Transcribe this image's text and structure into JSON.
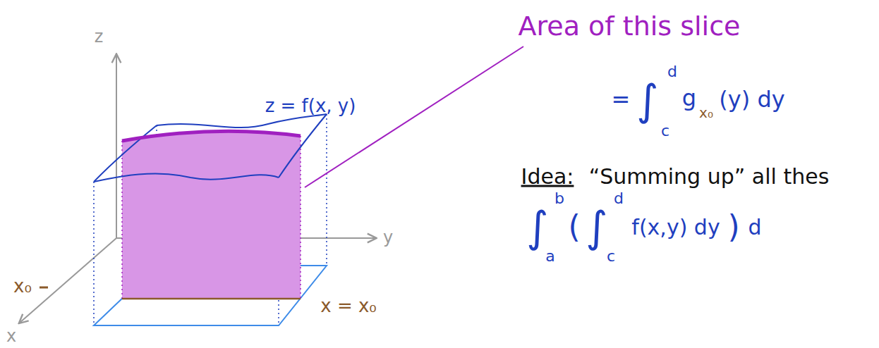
{
  "diagram": {
    "labels": [
      "z",
      "y",
      "x",
      "x₀",
      "z = f(x, y)",
      "x = x₀",
      "Area of this slice",
      "=",
      "∫",
      "d",
      "c",
      "g",
      "x₀",
      "(y) dy",
      "Idea:",
      "“Summing up” all thes",
      "∫",
      "b",
      "a",
      "(",
      "∫",
      "d",
      "c",
      "f(x,y) dy",
      ")",
      "d"
    ]
  }
}
